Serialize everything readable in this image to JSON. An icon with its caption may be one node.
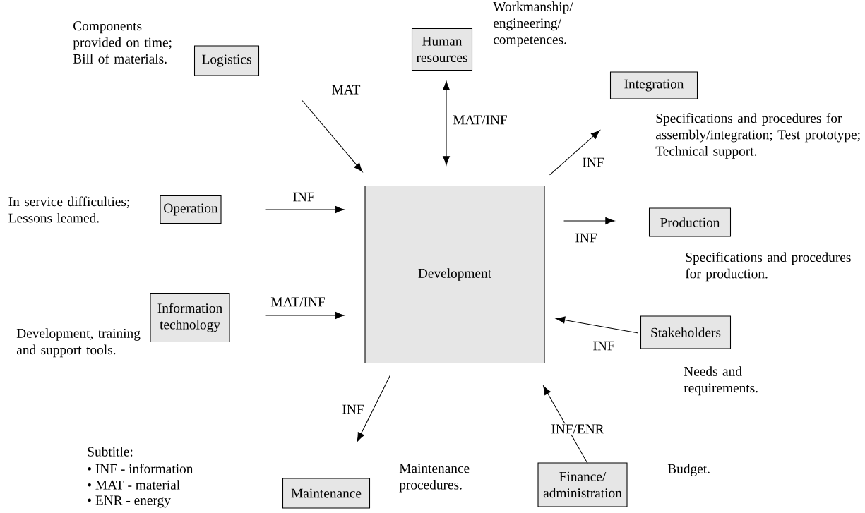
{
  "diagram": {
    "nodes": [
      {
        "text": [
          "Development"
        ]
      },
      {
        "text": [
          "Logistics"
        ],
        "beside": [
          "Components provided on time; Bill of materials."
        ]
      },
      {
        "text": [
          "Human resources"
        ],
        "beside": [
          "Workmanship/ engineering/ competences."
        ]
      },
      {
        "text": [
          "Integration"
        ],
        "beside": [
          "Specifications and procedures for assembly/integration; Test prototype; Technical support."
        ]
      },
      {
        "text": [
          "Operation"
        ],
        "beside": [
          "In service difficulties; Lessons leamed."
        ]
      },
      {
        "text": [
          "Production"
        ],
        "beside": [
          "Specifications and procedures for production."
        ]
      },
      {
        "text": [
          "Information technology"
        ],
        "beside": [
          "Development, training and support tools."
        ]
      },
      {
        "text": [
          "Stakeholders"
        ],
        "beside": [
          "Needs and requirements."
        ]
      },
      {
        "text": [
          "Maintenance"
        ],
        "beside": [
          "Maintenance procedures."
        ]
      },
      {
        "text": [
          "Finance/ administration"
        ],
        "beside": [
          "Budget."
        ]
      }
    ],
    "edges": [
      {
        "from": 1,
        "to": 0,
        "arrow": "to",
        "label": "MAT"
      },
      {
        "from": 2,
        "to": 0,
        "arrow": "both",
        "label": "MAT/INF"
      },
      {
        "from": 0,
        "to": 3,
        "arrow": "to",
        "label": "INF"
      },
      {
        "from": 4,
        "to": 0,
        "arrow": "to",
        "label": "INF"
      },
      {
        "from": 0,
        "to": 5,
        "arrow": "to",
        "label": "INF"
      },
      {
        "from": 6,
        "to": 0,
        "arrow": "to",
        "label": "MAT/INF"
      },
      {
        "from": 7,
        "to": 0,
        "arrow": "to",
        "label": "INF"
      },
      {
        "from": 0,
        "to": 8,
        "arrow": "to",
        "label": "INF"
      },
      {
        "from": 9,
        "to": 0,
        "arrow": "to",
        "label": "INF/ENR"
      }
    ],
    "labels": [
      "Subtitle:",
      "• INF - information",
      "• MAT - material",
      "• ENR - energy"
    ]
  }
}
